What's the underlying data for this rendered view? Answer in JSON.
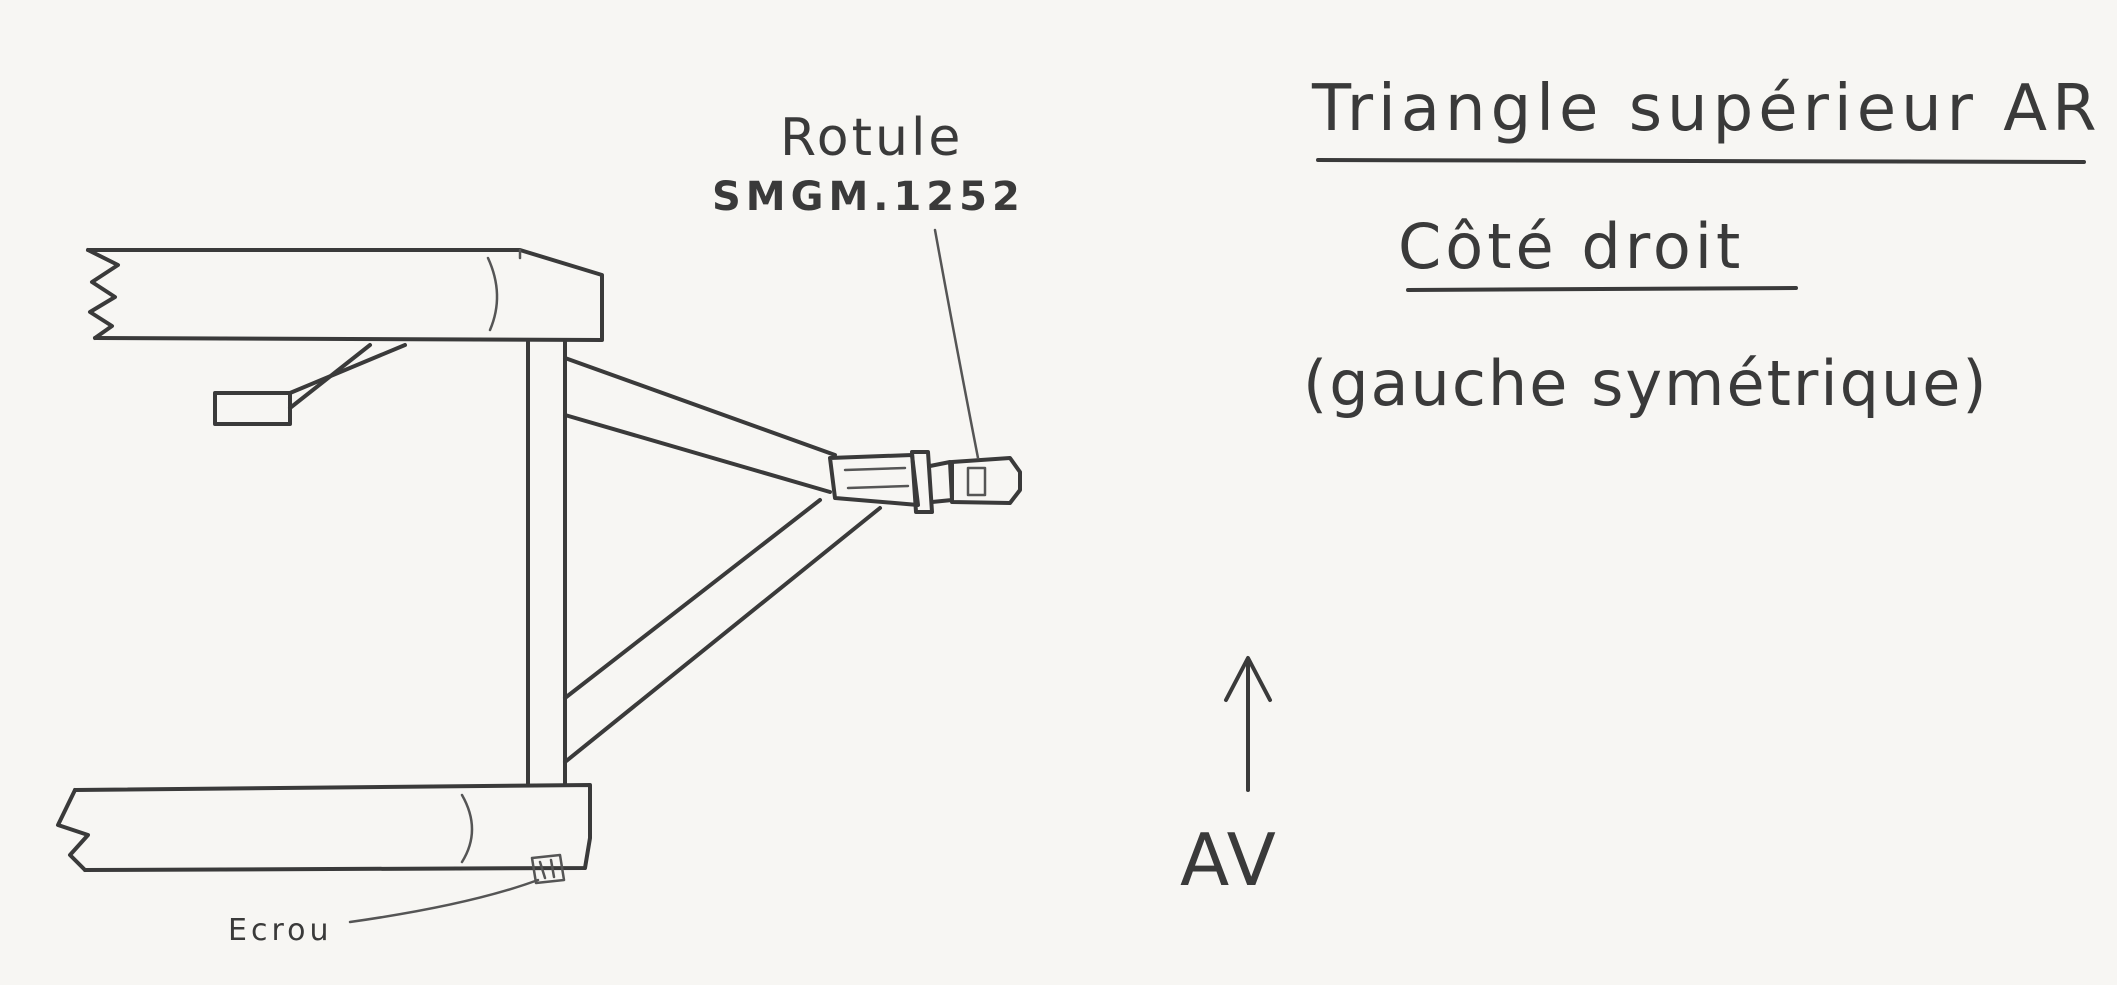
{
  "drawing": {
    "title": "Triangle supérieur AR",
    "subtitle": "Côté droit",
    "note": "(gauche symétrique)",
    "ball_joint_label": "Rotule",
    "ball_joint_ref": "SMGM.1252",
    "nut_label": "Ecrou",
    "direction_label": "AV"
  }
}
